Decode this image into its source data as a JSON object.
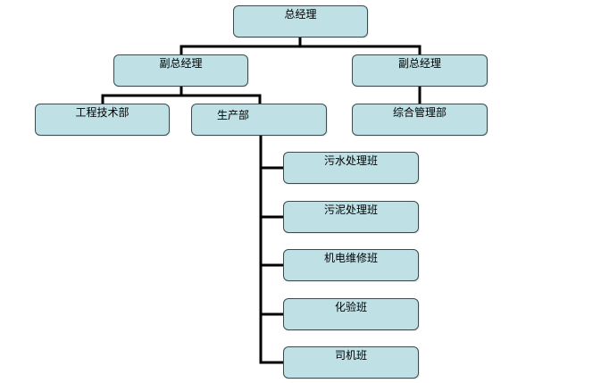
{
  "org_chart": {
    "general_manager": "总经理",
    "deputy_gm_left": "副总经理",
    "deputy_gm_right": "副总经理",
    "engineering_dept": "工程技术部",
    "production_dept": "生产部",
    "admin_dept": "综合管理部",
    "teams": [
      "污水处理班",
      "污泥处理班",
      "机电维修班",
      "化验班",
      "司机班"
    ]
  },
  "colors": {
    "box_fill": "#bfe0e5",
    "box_border": "#3d4a4f",
    "connector": "#000000"
  }
}
